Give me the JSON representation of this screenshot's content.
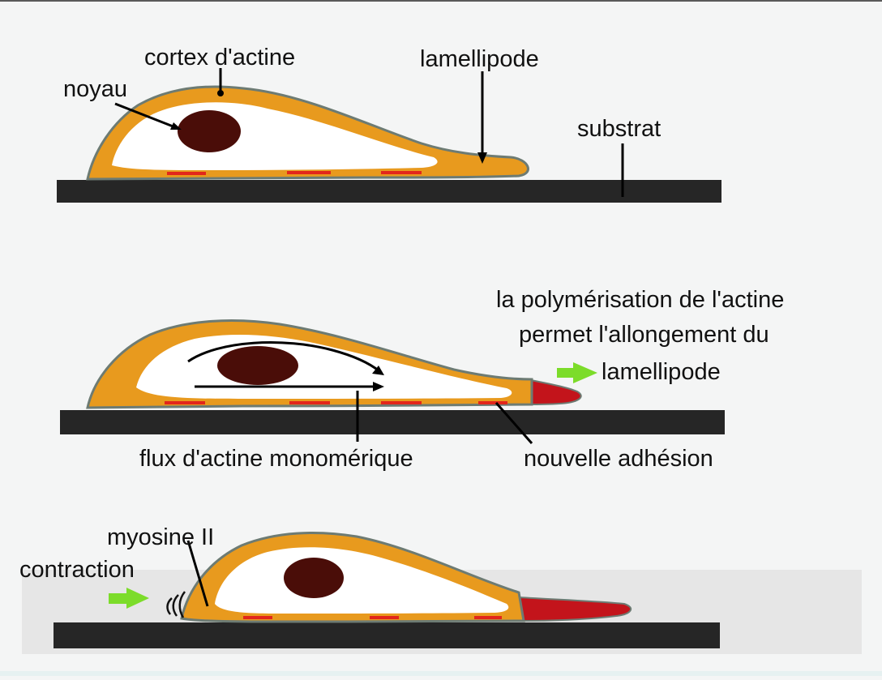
{
  "panel1": {
    "labels": {
      "cortex": "cortex d'actine",
      "noyau": "noyau",
      "lamellipode": "lamellipode",
      "substrat": "substrat"
    }
  },
  "panel2": {
    "labels": {
      "polymerisation_line1": "la polymérisation de l'actine",
      "polymerisation_line2": "permet l'allongement du",
      "polymerisation_line3": "lamellipode",
      "flux": "flux d'actine monomérique",
      "adhesion": "nouvelle adhésion"
    }
  },
  "panel3": {
    "labels": {
      "myosine": "myosine II",
      "contraction": "contraction"
    }
  },
  "colors": {
    "cortex": "#e89a1e",
    "cortex_outline": "#6d7b73",
    "cytoplasm": "#ffffff",
    "nucleus": "#4a0d08",
    "substrate": "#262626",
    "adhesion": "#e2261b",
    "polymerized_actin": "#c3141b",
    "arrow_green": "#7cdc2a"
  }
}
